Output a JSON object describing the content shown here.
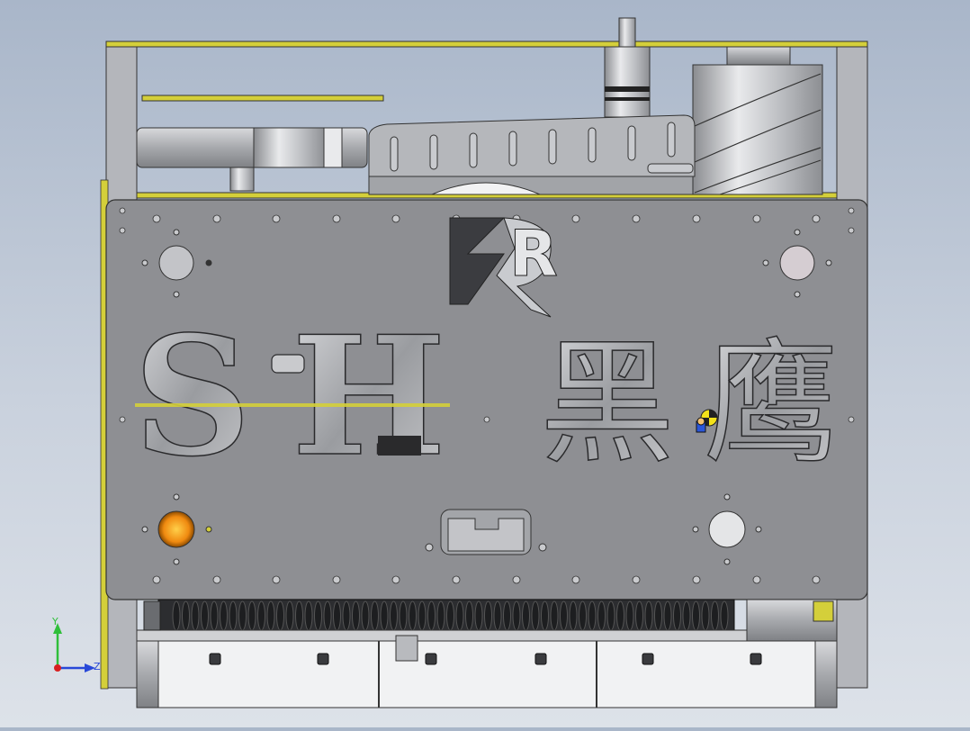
{
  "viewport": {
    "background_top": "#a9b6c9",
    "background_bottom": "#dde2e9"
  },
  "model": {
    "plate_color": "#8e8f93",
    "frame_color": "#b4b6bb",
    "accent_color": "#d4cf3a",
    "plate_text_latin": "S·H",
    "plate_text_letter_s": "S",
    "plate_text_letter_h": "H",
    "plate_text_chinese_1": "黑",
    "plate_text_chinese_2": "鹰",
    "logo_mark": "R"
  },
  "triad": {
    "y_label": "Y",
    "z_label": "Z",
    "y_color": "#2fbf3a",
    "z_color": "#2848d8",
    "origin_color": "#d82020"
  },
  "icons": [
    "center-of-mass-icon",
    "coordinate-triad-icon"
  ]
}
